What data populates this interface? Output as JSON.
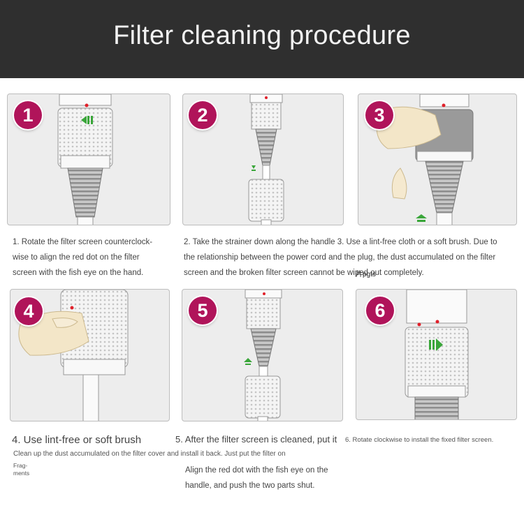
{
  "header": {
    "title": "Filter cleaning procedure"
  },
  "steps": [
    {
      "number": "1",
      "caption_lines": [
        "1. Rotate the filter screen counterclock-",
        "wise to align the red dot on the filter",
        "screen with the fish eye on the hand."
      ]
    },
    {
      "number": "2",
      "caption_lines": [
        "2. Take the strainer down along the handle 3. Use a lint-free cloth or a soft brush. Due to",
        "the relationship between the power cord and the plug, the dust accumulated on the filter",
        "screen and the broken filter screen cannot be wiped out completely."
      ]
    },
    {
      "number": "3"
    },
    {
      "number": "4",
      "title": "4. Use lint-free or soft brush",
      "detail": "Clean up the dust accumulated on the filter cover and install it back. Just put the filter on",
      "fragments_lines": [
        "Frag-",
        "ments"
      ]
    },
    {
      "number": "5",
      "title": "5. After the filter screen is cleaned, put it",
      "detail_lines": [
        "Align the red dot with the fish eye on the",
        "handle, and push the two parts shut."
      ]
    },
    {
      "number": "6",
      "caption": "6. Rotate clockwise to install the fixed filter screen."
    }
  ],
  "overlay_mark": "片pgts",
  "colors": {
    "header_bg": "#2f2f2f",
    "badge": "#b0145a",
    "arrow_green": "#3aa63a",
    "dot_red": "#e0202a",
    "panel_bg": "#ededed"
  }
}
